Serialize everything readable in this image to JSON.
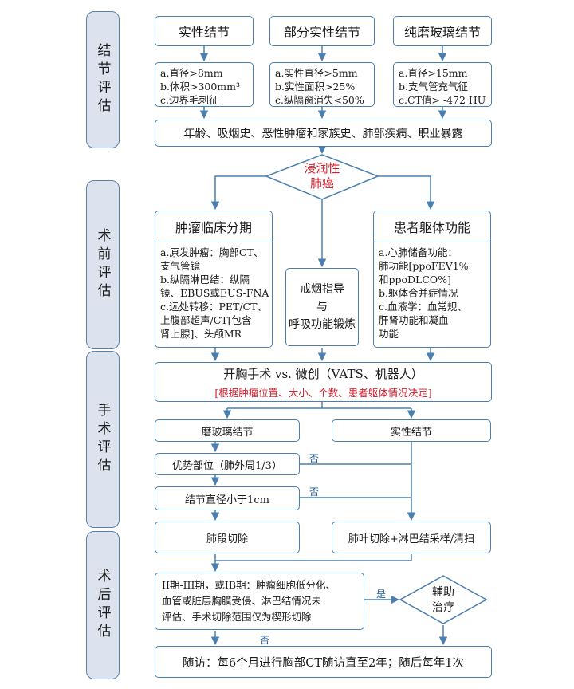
{
  "sections": {
    "nodule": "结节评估",
    "preop": "术前评估",
    "surgery": "手术评估",
    "postop": "术后评估"
  },
  "types": {
    "solid": "实性结节",
    "partsolid": "部分实性结节",
    "ggo": "纯磨玻璃结节"
  },
  "criteria": {
    "solid": [
      "a.直径>8mm",
      "b.体积>300mm³",
      "c.边界毛刺征"
    ],
    "partsolid": [
      "a.实性直径>5mm",
      "b.实性面积>25%",
      "c.纵隔窗消失<50%"
    ],
    "ggo": [
      "a.直径>15mm",
      "b.支气管充气征",
      "c.CT值> -472 HU"
    ]
  },
  "risk_factors": "年龄、吸烟史、恶性肿瘤和家族史、肺部疾病、职业暴露",
  "diamond1": {
    "line1": "浸润性",
    "line2": "肺癌"
  },
  "staging": {
    "title": "肿瘤临床分期",
    "items": [
      "a.原发肿瘤：胸部CT、",
      "支气管镜",
      "b.纵隔淋巴结：纵隔",
      "镜、EBUS或EUS-FNA",
      "c.远处转移：PET/CT、",
      "上腹部超声/CT[包含",
      "肾上腺]、头颅MR"
    ]
  },
  "smoking": {
    "line1": "戒烟指导",
    "line2": "与",
    "line3": "呼吸功能锻炼"
  },
  "function": {
    "title": "患者躯体功能",
    "items": [
      "a.心肺储备功能：",
      "肺功能[ppoFEV1%",
      "和ppoDLCO%]",
      "b.躯体合并症情况",
      "c.血液学：血常规、",
      "肝肾功能和凝血",
      "功能"
    ]
  },
  "surgery": {
    "line1": "开胸手术 vs. 微创（VATS、机器人）",
    "line2": "[根据肿瘤位置、大小、个数、患者躯体情况决定]"
  },
  "ggo_branch": "磨玻璃结节",
  "solid_branch": "实性结节",
  "peripheral": "优势部位（肺外周1/3）",
  "diameter": "结节直径小于1cm",
  "segment": "肺段切除",
  "lobectomy": "肺叶切除+淋巴结采样/清扫",
  "labels": {
    "no1": "否",
    "no2": "否",
    "yes": "是",
    "no3": "否"
  },
  "postop_risk": [
    "II期-III期，或IB期：肿瘤细胞低分化、",
    "血管或脏层胸膜受侵、淋巴结情况未",
    "评估、手术切除范围仅为楔形切除"
  ],
  "diamond2": {
    "line1": "辅助",
    "line2": "治疗"
  },
  "followup": "随访：每6个月进行胸部CT随访直至2年；随后每年1次"
}
